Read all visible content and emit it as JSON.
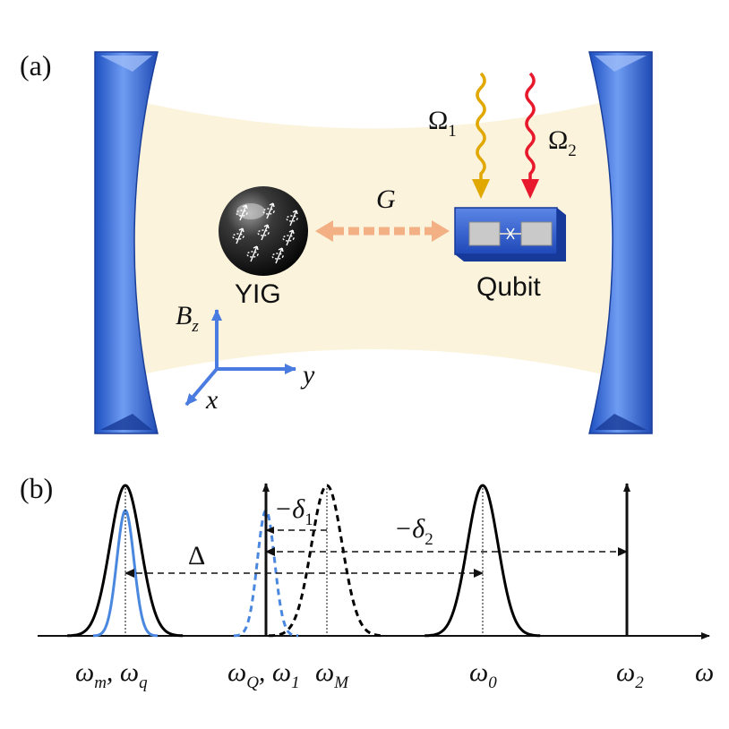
{
  "panel_a": {
    "label": "(a)",
    "yig_label": "YIG",
    "qubit_label": "Qubit",
    "coupling_label": "G",
    "drive1": {
      "symbol": "Ω",
      "sub": "1"
    },
    "drive2": {
      "symbol": "Ω",
      "sub": "2"
    },
    "field": {
      "symbol": "B",
      "sub": "z"
    },
    "axis_x": "x",
    "axis_y": "y",
    "colors": {
      "mirror": "#3d6fd9",
      "cavity_beam": "#fbf3dc",
      "coupling_arrow": "#f2b084",
      "drive1": "#e0a800",
      "drive2": "#e8192c",
      "axes": "#4a7be0",
      "qubit_chip": "#2f5fcf"
    }
  },
  "panel_b": {
    "label": "(b)",
    "delta_label": "Δ",
    "detuning1": {
      "symbol": "−δ",
      "sub": "1"
    },
    "detuning2": {
      "symbol": "−δ",
      "sub": "2"
    },
    "axis_label": "ω",
    "ticks": [
      {
        "symbol": "ω",
        "sub": "m",
        "symbol2": "ω",
        "sub2": "q"
      },
      {
        "symbol": "ω",
        "sub": "Q",
        "symbol2": "ω",
        "sub2": "1"
      },
      {
        "symbol": "ω",
        "sub": "M"
      },
      {
        "symbol": "ω",
        "sub": "0"
      },
      {
        "symbol": "ω",
        "sub": "2"
      }
    ],
    "colors": {
      "curve": "#000000",
      "blue_curve": "#4a88e0"
    }
  }
}
